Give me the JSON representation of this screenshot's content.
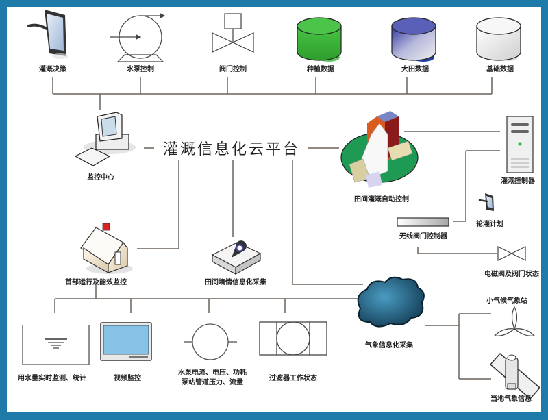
{
  "platform": {
    "title": "灌溉信息化云平台"
  },
  "top_row": [
    {
      "id": "irrigation-decision",
      "label": "灌溉决策",
      "icon": "tablet-icon"
    },
    {
      "id": "pump-control",
      "label": "水泵控制",
      "icon": "pump-icon"
    },
    {
      "id": "valve-control",
      "label": "阀门控制",
      "icon": "valve-icon"
    },
    {
      "id": "planting-data",
      "label": "种植数据",
      "icon": "database-green-icon"
    },
    {
      "id": "field-data",
      "label": "大田数据",
      "icon": "database-blue-icon"
    },
    {
      "id": "base-data",
      "label": "基础数据",
      "icon": "database-white-icon"
    }
  ],
  "monitor_center": {
    "label": "监控中心",
    "icon": "computer-icon"
  },
  "field_auto_control": {
    "label": "田间灌溉自动控制",
    "icon": "building-icon"
  },
  "irrigation_controller": {
    "label": "灌溉控制器",
    "icon": "server-icon"
  },
  "rotation_plan": {
    "label": "轮灌计划",
    "icon": "tablet-icon"
  },
  "wireless_valve_controller": {
    "label": "无线阀门控制器",
    "icon": "controller-bar-icon"
  },
  "solenoid_valve_status": {
    "label": "电磁阀及阀门状态",
    "icon": "valve-icon"
  },
  "head_monitoring": {
    "label": "首部运行及能效监控",
    "icon": "house-icon"
  },
  "soil_moisture": {
    "label": "田间墒情信息化采集",
    "icon": "sensor-icon"
  },
  "weather_collection": {
    "label": "气象信息化采集",
    "icon": "cloud-icon"
  },
  "micro_weather_station": {
    "label": "小气候气象站",
    "icon": "fan-icon"
  },
  "local_weather_info": {
    "label": "当地气象信息",
    "icon": "satellite-icon"
  },
  "bottom_row": [
    {
      "id": "water-usage",
      "label": "用水量实时监测、统计",
      "icon": "tank-icon"
    },
    {
      "id": "video-monitor",
      "label": "视频监控",
      "icon": "monitor-icon"
    },
    {
      "id": "pump-metrics",
      "label_line1": "水泵电流、电压、功耗",
      "label_line2": "泵站管道压力、流量",
      "icon": "pump-circle-icon"
    },
    {
      "id": "filter-status",
      "label": "过滤器工作状态",
      "icon": "filter-icon"
    }
  ],
  "colors": {
    "frame": "#1e7aa8",
    "line": "#6b625a",
    "db_green": "#3cb63a",
    "db_blue": "#3a3f9e",
    "screen_blue": "#86c1e6",
    "cloud": "#2d6e8e",
    "field_green": "#1f9a55"
  }
}
